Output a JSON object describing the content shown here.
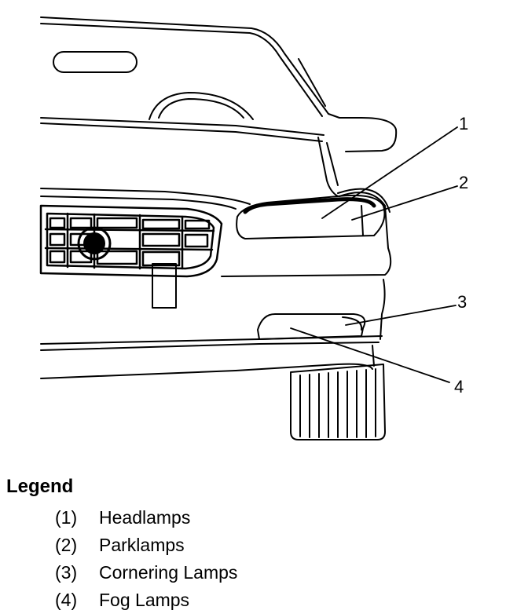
{
  "diagram": {
    "callouts": [
      {
        "id": "1",
        "label": "1"
      },
      {
        "id": "2",
        "label": "2"
      },
      {
        "id": "3",
        "label": "3"
      },
      {
        "id": "4",
        "label": "4"
      }
    ]
  },
  "legend": {
    "title": "Legend",
    "items": [
      {
        "number": "(1)",
        "label": "Headlamps"
      },
      {
        "number": "(2)",
        "label": "Parklamps"
      },
      {
        "number": "(3)",
        "label": "Cornering Lamps"
      },
      {
        "number": "(4)",
        "label": "Fog Lamps"
      }
    ]
  }
}
